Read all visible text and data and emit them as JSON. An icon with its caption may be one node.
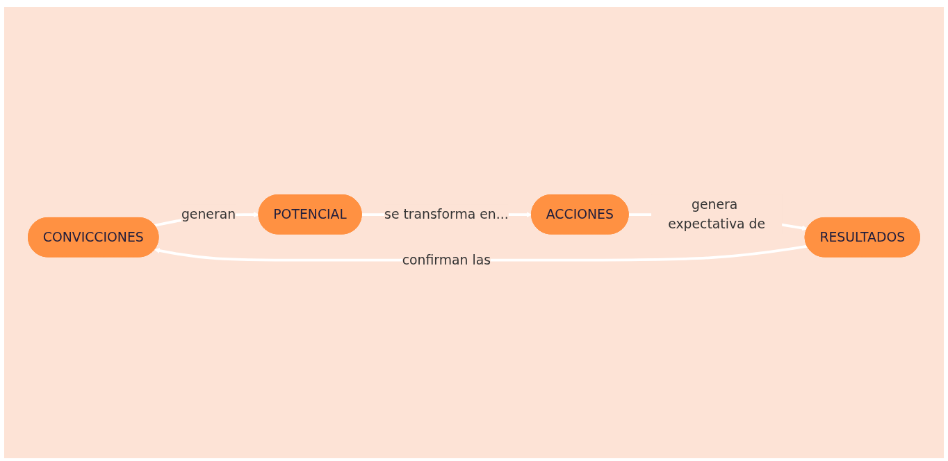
{
  "diagram": {
    "nodes": [
      {
        "text": [
          "CONVICCIONES"
        ]
      },
      {
        "text": [
          "POTENCIAL"
        ]
      },
      {
        "text": [
          "ACCIONES"
        ]
      },
      {
        "text": [
          "RESULTADOS"
        ]
      }
    ],
    "edges": [
      {
        "from": 0,
        "to": 1,
        "arrow": "to",
        "label": "generan"
      },
      {
        "from": 1,
        "to": 2,
        "arrow": "to",
        "label": "se transforma en..."
      },
      {
        "from": 2,
        "to": 3,
        "arrow": "to",
        "label": "genera expectativa de"
      },
      {
        "from": 3,
        "to": 0,
        "arrow": "to",
        "label": "confirman las"
      }
    ]
  }
}
